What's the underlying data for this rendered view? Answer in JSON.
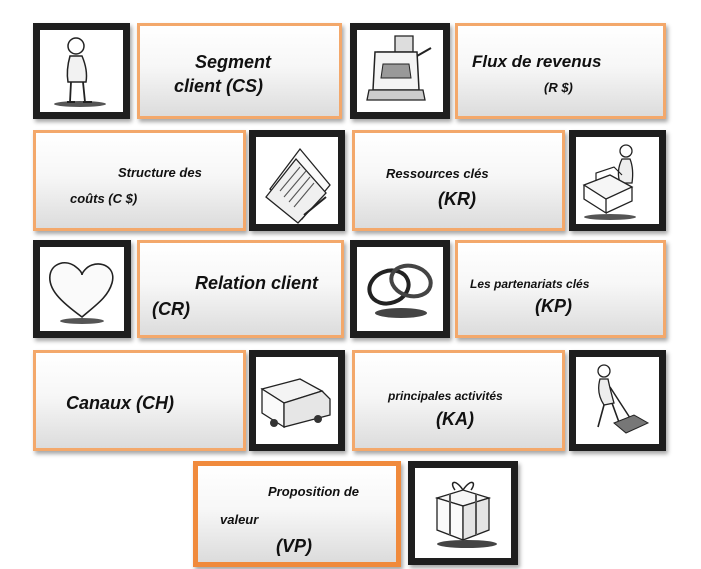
{
  "segment_client": {
    "line1": "Segment",
    "line2": "client (CS)",
    "icon": "person-standing-icon"
  },
  "flux_revenus": {
    "line1": "Flux de revenus",
    "line2": "(R $)",
    "icon": "cash-register-icon"
  },
  "structure_couts": {
    "line1": "Structure des",
    "line2": "coûts (C $)",
    "icon": "papers-icon"
  },
  "ressources_cles": {
    "line1": "Ressources clés",
    "line2": "(KR)",
    "icon": "person-with-boxes-icon"
  },
  "relation_client": {
    "line1": "Relation client",
    "line2": "(CR)",
    "icon": "heart-icon"
  },
  "partenariats_cles": {
    "line1": "Les partenariats clés",
    "line2": "(KP)",
    "icon": "linked-rings-icon"
  },
  "canaux": {
    "line1": "Canaux (CH)",
    "icon": "truck-icon"
  },
  "activites": {
    "line1": "principales activités",
    "line2": "(KA)",
    "icon": "person-digging-icon"
  },
  "proposition_valeur": {
    "line1": "Proposition de",
    "line2": "valeur",
    "line3": "(VP)",
    "icon": "gift-box-icon"
  }
}
